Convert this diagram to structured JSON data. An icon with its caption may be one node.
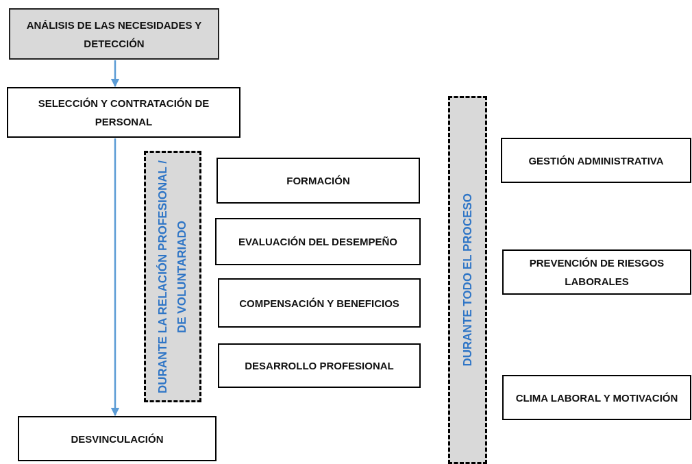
{
  "diagram": {
    "nodes": [
      {
        "text": [
          "ANÁLISIS DE LAS NECESIDADES Y DETECCIÓN"
        ]
      },
      {
        "text": [
          "SELECCIÓN Y CONTRATACIÓN DE PERSONAL"
        ]
      },
      {
        "text": [
          "DURANTE LA RELACIÓN PROFESIONAL / DE VOLUNTARIADO"
        ]
      },
      {
        "text": [
          "FORMACIÓN"
        ]
      },
      {
        "text": [
          "EVALUACIÓN DEL DESEMPEÑO"
        ]
      },
      {
        "text": [
          "COMPENSACIÓN Y BENEFICIOS"
        ]
      },
      {
        "text": [
          "DESARROLLO PROFESIONAL"
        ]
      },
      {
        "text": [
          "DESVINCULACIÓN"
        ]
      },
      {
        "text": [
          "DURANTE TODO EL PROCESO"
        ]
      },
      {
        "text": [
          "GESTIÓN ADMINISTRATIVA"
        ]
      },
      {
        "text": [
          "PREVENCIÓN DE RIESGOS LABORALES"
        ]
      },
      {
        "text": [
          "CLIMA LABORAL Y MOTIVACIÓN"
        ]
      }
    ],
    "edges": [
      {
        "from": 0,
        "to": 1,
        "arrow": "to"
      },
      {
        "from": 1,
        "to": 7,
        "arrow": "to"
      }
    ]
  }
}
